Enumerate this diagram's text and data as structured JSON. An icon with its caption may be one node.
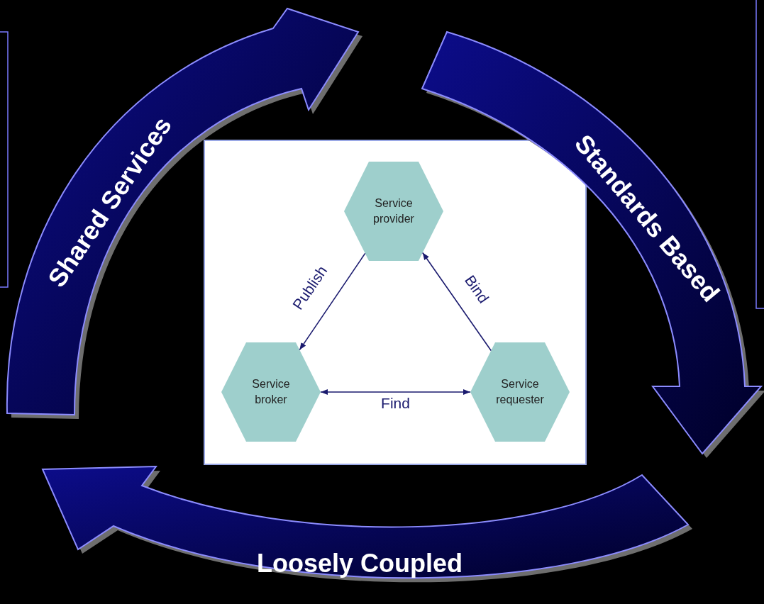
{
  "diagram": {
    "nodes": [
      {
        "text": [
          "Shared Services"
        ]
      },
      {
        "text": [
          "Standards Based"
        ]
      },
      {
        "text": [
          "Loosely Coupled"
        ]
      },
      {
        "text": [
          "Service provider"
        ]
      },
      {
        "text": [
          "Service broker"
        ]
      },
      {
        "text": [
          "Service requester"
        ]
      }
    ],
    "edges": [
      {
        "from": 3,
        "to": 4,
        "arrow": "to",
        "label": "Publish"
      },
      {
        "from": 5,
        "to": 3,
        "arrow": "to",
        "label": "Bind"
      },
      {
        "from": 4,
        "to": 5,
        "arrow": "both",
        "label": "Find"
      }
    ]
  }
}
